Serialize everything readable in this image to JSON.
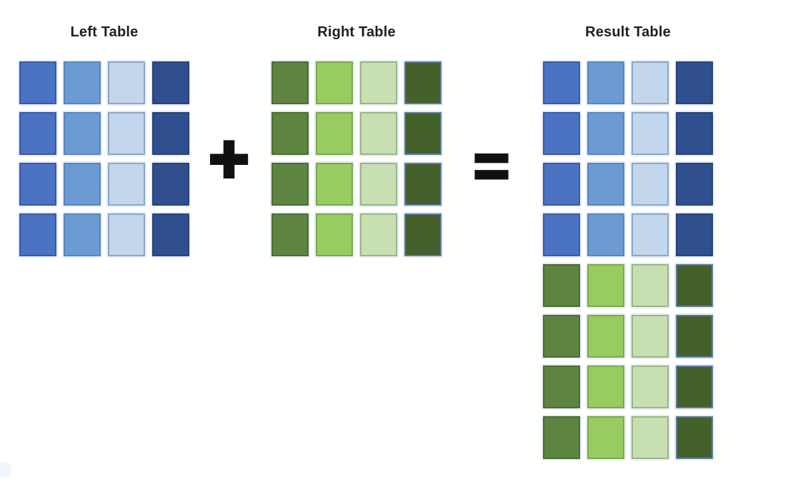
{
  "page": {
    "background": "#ffffff",
    "description": "Diagram showing two tables appended with a union: Left Table plus Right Table equals Result Table"
  },
  "operators": {
    "plus": "+",
    "equals": "="
  },
  "tables": [
    {
      "name": "left",
      "title": "Left Table",
      "rows": 4,
      "cols": 4,
      "row_groups": [
        {
          "rows": 4,
          "columns": [
            {
              "fill": "#4C72C4",
              "border": "#3859A4"
            },
            {
              "fill": "#6C9BD3",
              "border": "#5587C0"
            },
            {
              "fill": "#C3D7EC",
              "border": "#8CA6C8"
            },
            {
              "fill": "#2F4F8F",
              "border": "#2A4377"
            }
          ]
        }
      ]
    },
    {
      "name": "right",
      "title": "Right Table",
      "rows": 4,
      "cols": 4,
      "row_groups": [
        {
          "rows": 4,
          "columns": [
            {
              "fill": "#5E8441",
              "border": "#4C6C31"
            },
            {
              "fill": "#98CB60",
              "border": "#7CA94A"
            },
            {
              "fill": "#C8DFB2",
              "border": "#9BB583"
            },
            {
              "fill": "#44602B",
              "border": "#5E7D9B"
            }
          ]
        }
      ]
    },
    {
      "name": "result",
      "title": "Result Table",
      "rows": 8,
      "cols": 4,
      "row_groups": [
        {
          "rows": 4,
          "columns": [
            {
              "fill": "#4C72C4",
              "border": "#3859A4"
            },
            {
              "fill": "#6C9BD3",
              "border": "#5587C0"
            },
            {
              "fill": "#C3D7EC",
              "border": "#8CA6C8"
            },
            {
              "fill": "#2F4F8F",
              "border": "#2A4377"
            }
          ]
        },
        {
          "rows": 4,
          "columns": [
            {
              "fill": "#5E8441",
              "border": "#4C6C31"
            },
            {
              "fill": "#98CB60",
              "border": "#7CA94A"
            },
            {
              "fill": "#C8DFB2",
              "border": "#9BB583"
            },
            {
              "fill": "#44602B",
              "border": "#5E7D9B"
            }
          ]
        }
      ]
    }
  ]
}
